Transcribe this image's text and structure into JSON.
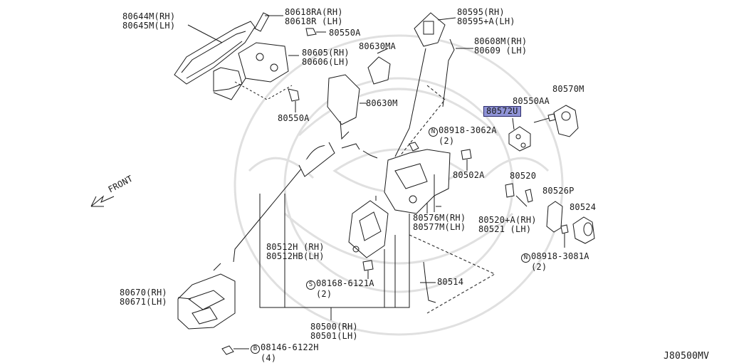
{
  "labels": {
    "l80644": [
      "80644M(RH)",
      "80645M(LH)"
    ],
    "l80618": [
      "80618RA(RH)",
      "80618R (LH)"
    ],
    "l80550a_top": "80550A",
    "l80605": [
      "80605(RH)",
      "80606(LH)"
    ],
    "l80630ma": "80630MA",
    "l80595": [
      "80595(RH)",
      "80595+A(LH)"
    ],
    "l80608": [
      "80608M(RH)",
      "80609 (LH)"
    ],
    "l80570m": "80570M",
    "l80550aa": "80550AA",
    "l80572u": "80572U",
    "l80630m": "80630M",
    "l80550a_mid": "80550A",
    "l08918_3062": {
      "prefix": "N",
      "part": "08918-3062A",
      "qty": "(2)"
    },
    "l80502a": "80502A",
    "l80520": "80520",
    "l80526p": "80526P",
    "l80524": "80524",
    "l80576": [
      "80576M(RH)",
      "80577M(LH)"
    ],
    "l80520a": [
      "80520+A(RH)",
      "80521 (LH)"
    ],
    "l80512": [
      "80512H (RH)",
      "80512HB(LH)"
    ],
    "l08918_3081": {
      "prefix": "N",
      "part": "08918-3081A",
      "qty": "(2)"
    },
    "l08168": {
      "prefix": "S",
      "part": "08168-6121A",
      "qty": "(2)"
    },
    "l80514": "80514",
    "l80670": [
      "80670(RH)",
      "80671(LH)"
    ],
    "l80500": [
      "80500(RH)",
      "80501(LH)"
    ],
    "l08146": {
      "prefix": "B",
      "part": "08146-6122H",
      "qty": "(4)"
    },
    "front": "FRONT",
    "diagram_code": "J80500MV"
  },
  "colors": {
    "highlight": "#8f93d6",
    "line": "#1a1a1a",
    "watermark": "#dcdcdc"
  },
  "highlighted_part": "80572U"
}
